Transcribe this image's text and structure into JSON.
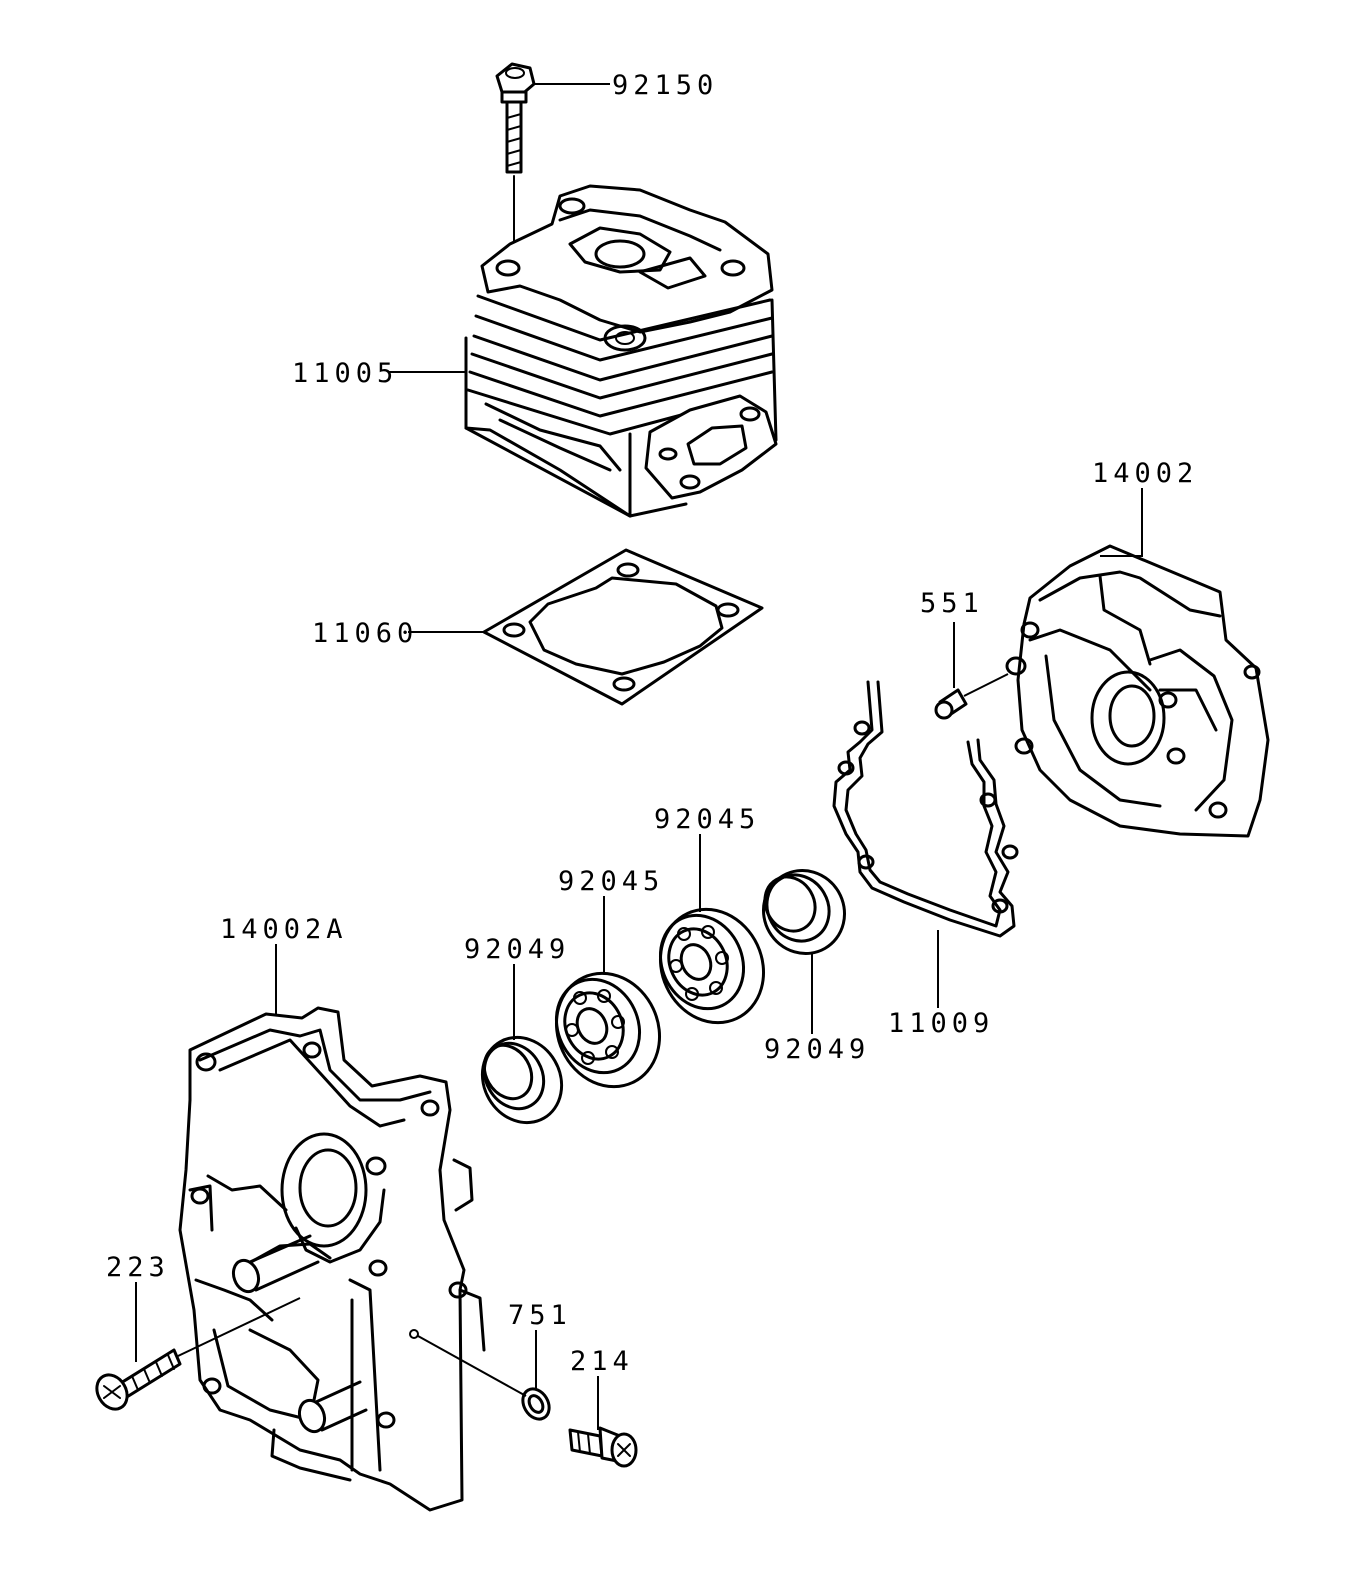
{
  "parts": {
    "p92150": "92150",
    "p11005": "11005",
    "p11060": "11060",
    "p14002": "14002",
    "p551": "551",
    "p92045_a": "92045",
    "p92045_b": "92045",
    "p14002A": "14002A",
    "p92049_a": "92049",
    "p92049_b": "92049",
    "p11009": "11009",
    "p223": "223",
    "p751": "751",
    "p214": "214"
  }
}
